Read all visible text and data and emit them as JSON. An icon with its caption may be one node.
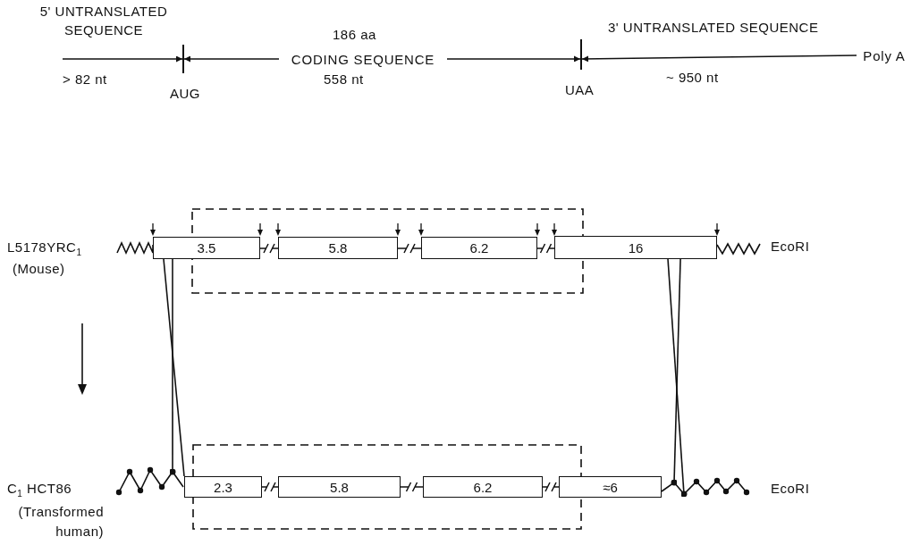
{
  "diagram": {
    "nodes": [
      {
        "text": [],
        "shape": "bar"
      },
      {
        "text": [
          "CODING SEQUENCE"
        ],
        "beside": [
          "186 aa",
          "558 nt"
        ]
      },
      {
        "text": [],
        "shape": "bar"
      },
      {
        "text": [
          "Poly A"
        ]
      },
      {
        "text": [
          "3.5"
        ]
      },
      {
        "text": [
          "5.8"
        ]
      },
      {
        "text": [
          "6.2"
        ]
      },
      {
        "text": [
          "16"
        ]
      },
      {
        "text": [
          "2.3"
        ]
      },
      {
        "text": [
          "5.8"
        ]
      },
      {
        "text": [
          "6.2"
        ]
      },
      {
        "text": [
          "≈6"
        ]
      }
    ],
    "edges": [
      {
        "from": null,
        "to": 0,
        "arrow": "to"
      },
      {
        "from": 1,
        "to": 0,
        "arrow": "to"
      },
      {
        "from": 1,
        "to": 2,
        "arrow": "to"
      },
      {
        "from": 3,
        "to": 2,
        "arrow": "to"
      },
      {
        "from": 4,
        "to": 8,
        "arrow": "none"
      },
      {
        "from": 4,
        "to": 8,
        "arrow": "other"
      },
      {
        "from": 7,
        "to": 11,
        "arrow": "other"
      },
      {
        "from": 7,
        "to": 11,
        "arrow": "other"
      }
    ],
    "labels": [
      "5' UNTRANSLATED SEQUENCE",
      "3' UNTRANSLATED SEQUENCE",
      "> 82 nt",
      "~ 950 nt",
      "AUG",
      "UAA",
      "L5178YRC$_{1}$",
      "EcoRI",
      "(Mouse)",
      "C$_{1}$ HCT86",
      "EcoRI",
      "(Transformed human)"
    ]
  }
}
